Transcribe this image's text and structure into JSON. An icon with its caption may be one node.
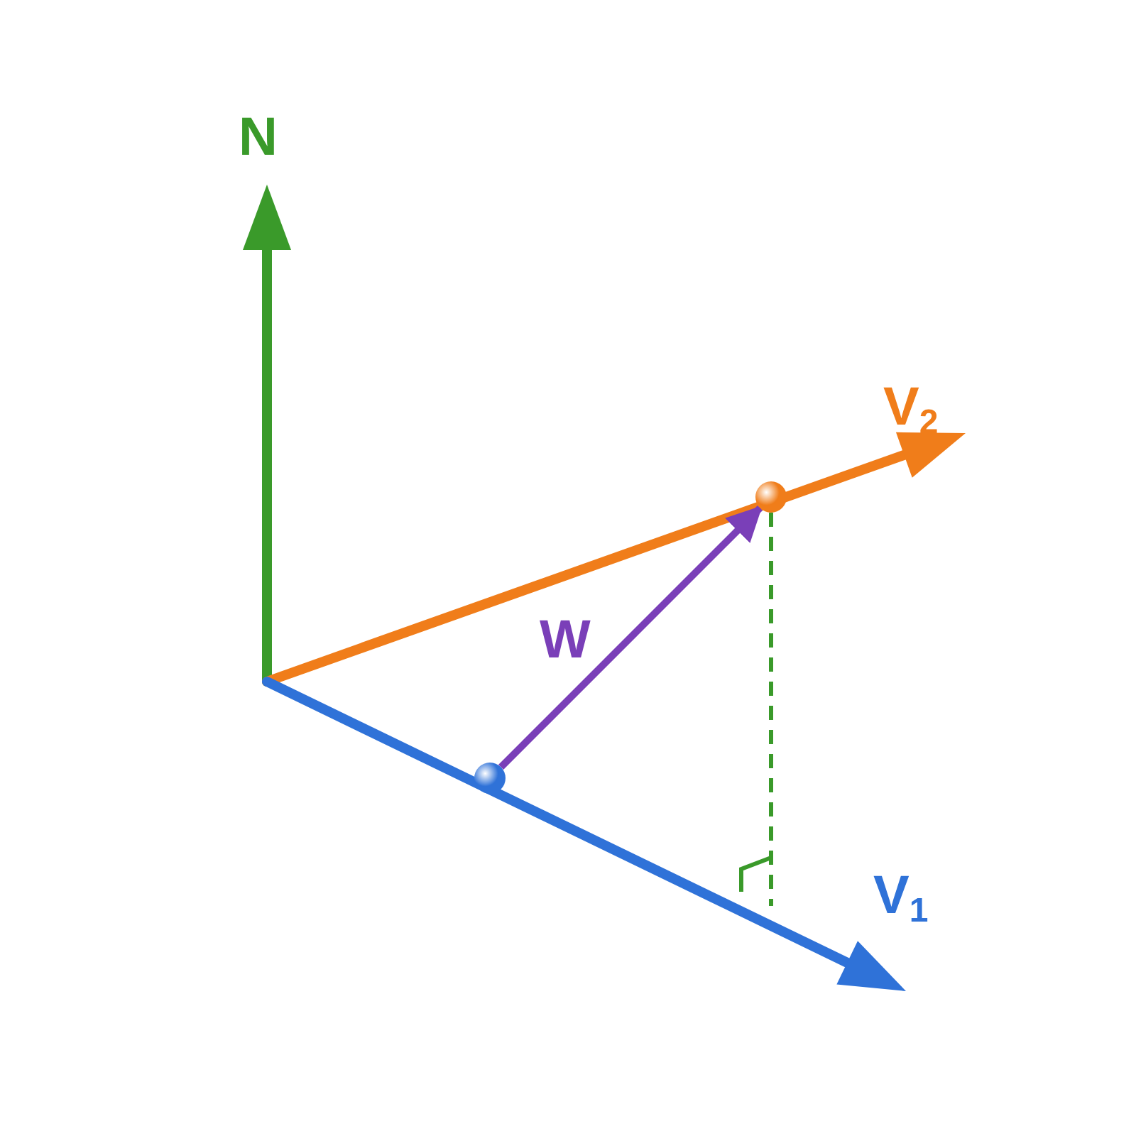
{
  "diagram": {
    "nodes": [
      {
        "text": [],
        "shape": "circle"
      },
      {
        "text": [],
        "shape": "circle"
      }
    ],
    "edges": [
      {
        "from": 0,
        "to": 1,
        "arrow": "to",
        "label": "W",
        "color": "#7a3fb8"
      },
      {
        "from": 1,
        "to": null,
        "arrow": "none",
        "style": "dashed",
        "color": "#3a9a2a"
      }
    ],
    "labels": [
      "N",
      "V$_{2}$",
      "V$_{1}$"
    ]
  }
}
